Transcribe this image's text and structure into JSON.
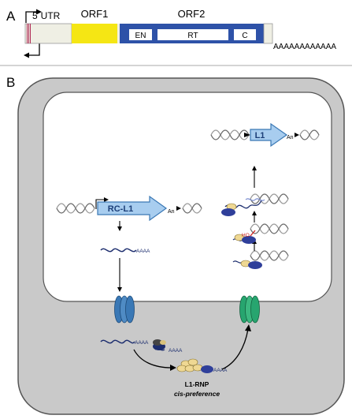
{
  "panel_a": {
    "label": "A",
    "utr_label": "5´UTR",
    "orf1_label": "ORF1",
    "orf2_label": "ORF2",
    "en_label": "EN",
    "rt_label": "RT",
    "c_label": "C",
    "polya_tail": "AAAAAAAAAAAA"
  },
  "panel_b": {
    "label": "B",
    "rc_l1_label": "RC-L1",
    "an_label_1": "An",
    "mrna_polya": "AAAA",
    "polya_cyto_1": "AAAA",
    "polya_cyto_2": "AAAA",
    "rnp_polya": "AAAA",
    "ho_label": "HO",
    "l1_label": "L1",
    "an_label_2": "An",
    "rnp_title": "L1-RNP",
    "rnp_subtitle": "cis-preference"
  },
  "colors": {
    "orf1": "#f5e614",
    "orf2_frame": "#2e52a8",
    "utr_fill": "#efefe4",
    "utr_stripes": "#b02a55",
    "cell_bg": "#c9c9c9",
    "nucleus_bg": "#ffffff",
    "arrow_fill": "#a8cdef",
    "pore_blue": "#3a78b5",
    "pore_green": "#27a56f",
    "orf1p_yellow": "#efd893",
    "orf2p_blue": "#2f3f9a",
    "ho_red": "#d0201c"
  }
}
